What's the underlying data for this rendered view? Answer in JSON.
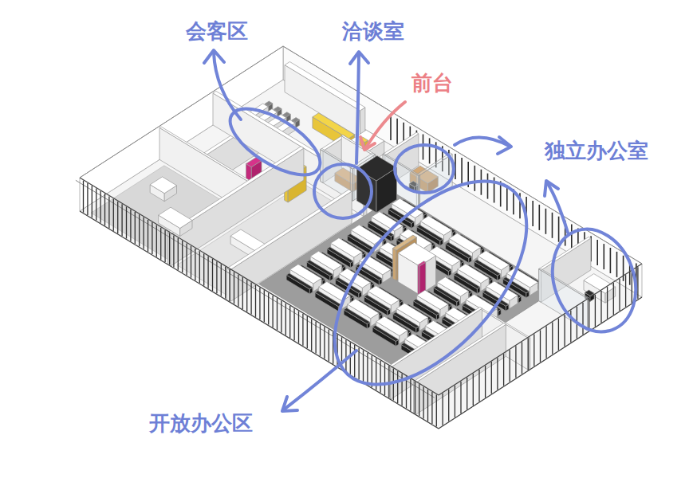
{
  "diagram": {
    "labels": [
      "会客区",
      "洽谈室",
      "前台",
      "独立办公室",
      "开放办公区"
    ]
  }
}
